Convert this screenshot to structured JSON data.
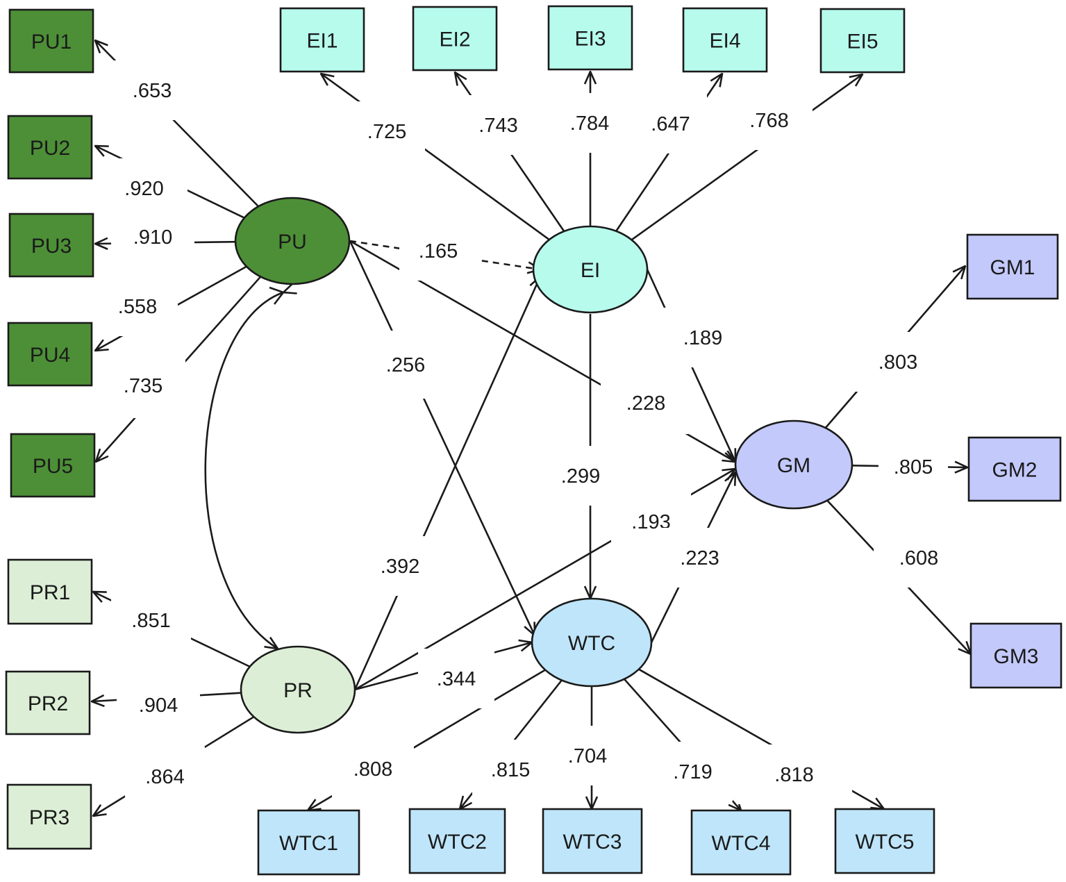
{
  "colors": {
    "pu_dark_green": "#4d8f37",
    "pr_light_green": "#dcefd6",
    "ei_aqua": "#b7fbed",
    "wtc_light_blue": "#bfe5fa",
    "gm_lavender": "#c3c9fb",
    "line": "#1a1a1a"
  },
  "latents": [
    {
      "id": "PU",
      "label": "PU"
    },
    {
      "id": "PR",
      "label": "PR"
    },
    {
      "id": "EI",
      "label": "EI"
    },
    {
      "id": "WTC",
      "label": "WTC"
    },
    {
      "id": "GM",
      "label": "GM"
    }
  ],
  "indicators": [
    {
      "id": "PU1",
      "label": "PU1",
      "latent": "PU"
    },
    {
      "id": "PU2",
      "label": "PU2",
      "latent": "PU"
    },
    {
      "id": "PU3",
      "label": "PU3",
      "latent": "PU"
    },
    {
      "id": "PU4",
      "label": "PU4",
      "latent": "PU"
    },
    {
      "id": "PU5",
      "label": "PU5",
      "latent": "PU"
    },
    {
      "id": "PR1",
      "label": "PR1",
      "latent": "PR"
    },
    {
      "id": "PR2",
      "label": "PR2",
      "latent": "PR"
    },
    {
      "id": "PR3",
      "label": "PR3",
      "latent": "PR"
    },
    {
      "id": "EI1",
      "label": "EI1",
      "latent": "EI"
    },
    {
      "id": "EI2",
      "label": "EI2",
      "latent": "EI"
    },
    {
      "id": "EI3",
      "label": "EI3",
      "latent": "EI"
    },
    {
      "id": "EI4",
      "label": "EI4",
      "latent": "EI"
    },
    {
      "id": "EI5",
      "label": "EI5",
      "latent": "EI"
    },
    {
      "id": "WTC1",
      "label": "WTC1",
      "latent": "WTC"
    },
    {
      "id": "WTC2",
      "label": "WTC2",
      "latent": "WTC"
    },
    {
      "id": "WTC3",
      "label": "WTC3",
      "latent": "WTC"
    },
    {
      "id": "WTC4",
      "label": "WTC4",
      "latent": "WTC"
    },
    {
      "id": "WTC5",
      "label": "WTC5",
      "latent": "WTC"
    },
    {
      "id": "GM1",
      "label": "GM1",
      "latent": "GM"
    },
    {
      "id": "GM2",
      "label": "GM2",
      "latent": "GM"
    },
    {
      "id": "GM3",
      "label": "GM3",
      "latent": "GM"
    }
  ],
  "loadings": [
    {
      "id": "PU-PU1",
      "from": "PU",
      "to": "PU1",
      "value": ".653"
    },
    {
      "id": "PU-PU2",
      "from": "PU",
      "to": "PU2",
      "value": ".920"
    },
    {
      "id": "PU-PU3",
      "from": "PU",
      "to": "PU3",
      "value": ".910"
    },
    {
      "id": "PU-PU4",
      "from": "PU",
      "to": "PU4",
      "value": ".558"
    },
    {
      "id": "PU-PU5",
      "from": "PU",
      "to": "PU5",
      "value": ".735"
    },
    {
      "id": "PR-PR1",
      "from": "PR",
      "to": "PR1",
      "value": ".851"
    },
    {
      "id": "PR-PR2",
      "from": "PR",
      "to": "PR2",
      "value": ".904"
    },
    {
      "id": "PR-PR3",
      "from": "PR",
      "to": "PR3",
      "value": ".864"
    },
    {
      "id": "EI-EI1",
      "from": "EI",
      "to": "EI1",
      "value": ".725"
    },
    {
      "id": "EI-EI2",
      "from": "EI",
      "to": "EI2",
      "value": ".743"
    },
    {
      "id": "EI-EI3",
      "from": "EI",
      "to": "EI3",
      "value": ".784"
    },
    {
      "id": "EI-EI4",
      "from": "EI",
      "to": "EI4",
      "value": ".647"
    },
    {
      "id": "EI-EI5",
      "from": "EI",
      "to": "EI5",
      "value": ".768"
    },
    {
      "id": "WTC-WTC1",
      "from": "WTC",
      "to": "WTC1",
      "value": ".808"
    },
    {
      "id": "WTC-WTC2",
      "from": "WTC",
      "to": "WTC2",
      "value": ".815"
    },
    {
      "id": "WTC-WTC3",
      "from": "WTC",
      "to": "WTC3",
      "value": ".704"
    },
    {
      "id": "WTC-WTC4",
      "from": "WTC",
      "to": "WTC4",
      "value": ".719"
    },
    {
      "id": "WTC-WTC5",
      "from": "WTC",
      "to": "WTC5",
      "value": ".818"
    },
    {
      "id": "GM-GM1",
      "from": "GM",
      "to": "GM1",
      "value": ".803"
    },
    {
      "id": "GM-GM2",
      "from": "GM",
      "to": "GM2",
      "value": ".805"
    },
    {
      "id": "GM-GM3",
      "from": "GM",
      "to": "GM3",
      "value": ".608"
    }
  ],
  "paths": [
    {
      "id": "PU-EI",
      "from": "PU",
      "to": "EI",
      "value": ".165",
      "dashed": true
    },
    {
      "id": "PU-WTC",
      "from": "PU",
      "to": "WTC",
      "value": ".256",
      "dashed": false
    },
    {
      "id": "PU-GM",
      "from": "PU",
      "to": "GM",
      "value": ".228",
      "dashed": false
    },
    {
      "id": "PR-EI",
      "from": "PR",
      "to": "EI",
      "value": ".392",
      "dashed": false
    },
    {
      "id": "PR-WTC",
      "from": "PR",
      "to": "WTC",
      "value": ".344",
      "dashed": false
    },
    {
      "id": "PR-GM",
      "from": "PR",
      "to": "GM",
      "value": ".193",
      "dashed": false
    },
    {
      "id": "EI-GM",
      "from": "EI",
      "to": "GM",
      "value": ".189",
      "dashed": false
    },
    {
      "id": "EI-WTC",
      "from": "EI",
      "to": "WTC",
      "value": ".299",
      "dashed": false
    },
    {
      "id": "WTC-GM",
      "from": "WTC",
      "to": "GM",
      "value": ".223",
      "dashed": false
    }
  ],
  "covariances": [
    {
      "id": "PU-PR",
      "a": "PU",
      "b": "PR"
    }
  ]
}
